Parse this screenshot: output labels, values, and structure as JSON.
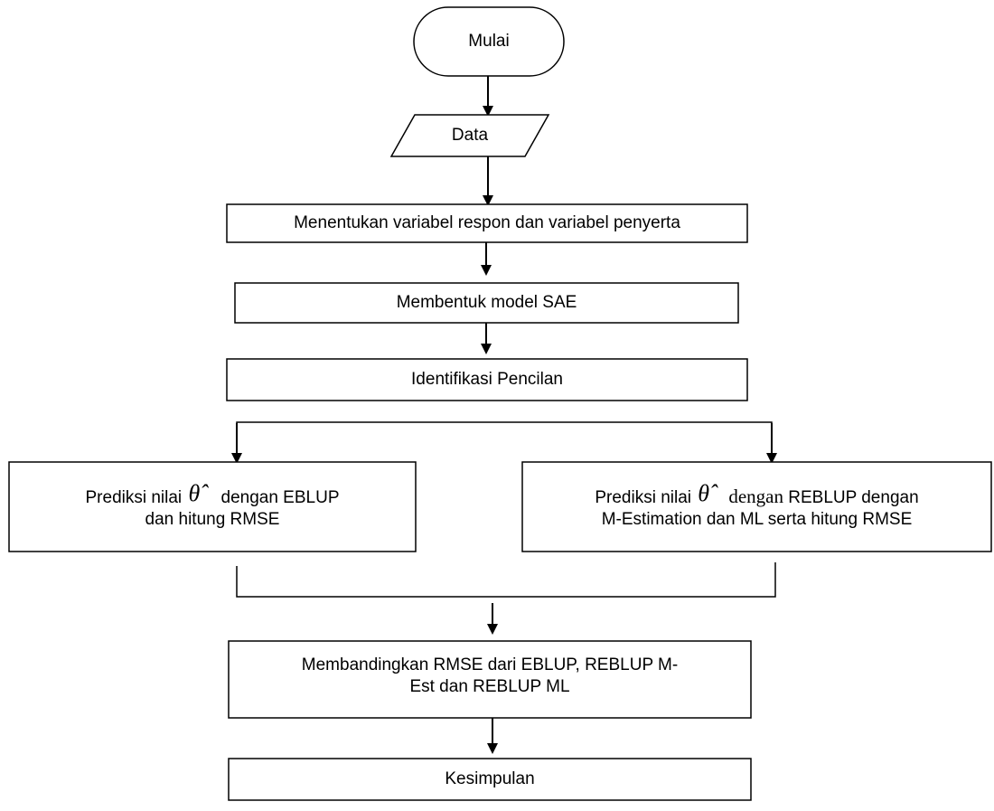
{
  "diagram": {
    "start": {
      "label": "Mulai"
    },
    "input": {
      "label": "Data"
    },
    "step1": {
      "label": "Menentukan variabel respon dan variabel penyerta"
    },
    "step2": {
      "label": "Membentuk model SAE"
    },
    "step3": {
      "label": "Identifikasi Pencilan"
    },
    "left_branch": {
      "line1_prefix": "Prediksi nilai",
      "theta_symbol": "θ̂",
      "line1_suffix": "dengan EBLUP",
      "line2": "dan hitung RMSE"
    },
    "right_branch": {
      "line1_prefix": "Prediksi nilai",
      "theta_symbol": "θ̂",
      "line1_serif": "dengan",
      "line1_suffix": "REBLUP dengan",
      "line2": "M-Estimation dan ML serta hitung RMSE"
    },
    "compare": {
      "line1": "Membandingkan RMSE dari EBLUP, REBLUP M-",
      "line2": "Est dan REBLUP ML"
    },
    "end": {
      "label": "Kesimpulan"
    }
  },
  "colors": {
    "stroke": "#000000",
    "background": "#ffffff",
    "text": "#000000"
  }
}
